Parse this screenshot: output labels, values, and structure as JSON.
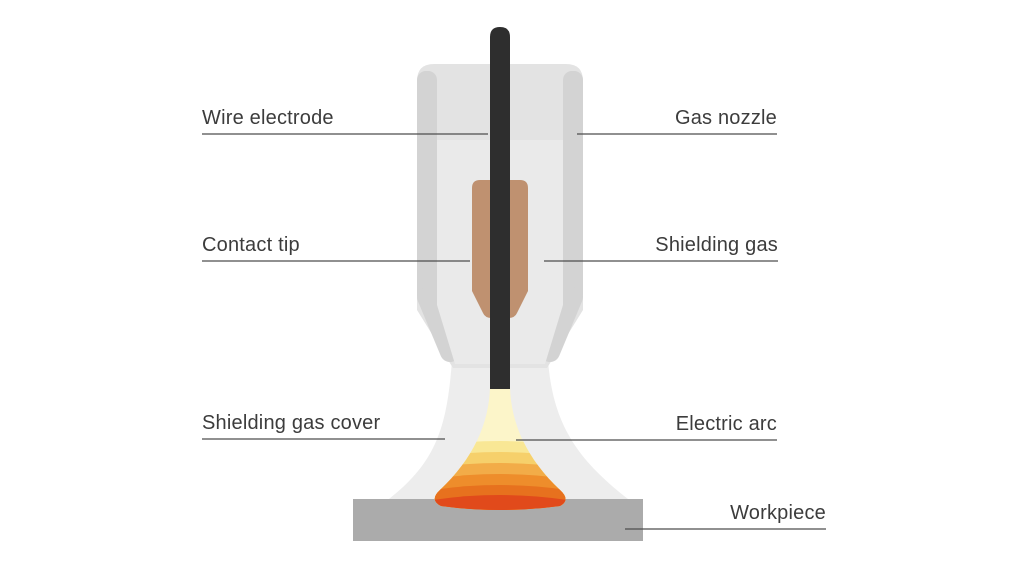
{
  "diagram": {
    "subject": "MIG welding torch cross-section",
    "labels": {
      "wire_electrode": "Wire electrode",
      "gas_nozzle": "Gas nozzle",
      "contact_tip": "Contact tip",
      "shielding_gas": "Shielding gas",
      "shielding_gas_cover": "Shielding gas cover",
      "electric_arc": "Electric arc",
      "workpiece": "Workpiece"
    },
    "colors": {
      "background": "#ffffff",
      "nozzle_body": "#e3e3e3",
      "nozzle_edge": "#d3d3d3",
      "nozzle_inner": "#eaeaea",
      "gas_cover": "#ededed",
      "contact_tip": "#bf9170",
      "wire": "#2e2e2e",
      "workpiece": "#ababab",
      "leader_line": "#4d4d4d",
      "label_text": "#3c3c3c",
      "arc_bands": [
        "#fcf5c9",
        "#f9e795",
        "#f6d06b",
        "#f2ac48",
        "#ee8d2b",
        "#e7711e",
        "#e14a1b"
      ]
    }
  }
}
